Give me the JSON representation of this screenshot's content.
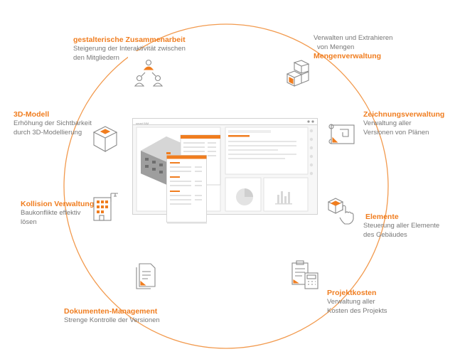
{
  "colors": {
    "accent": "#f07d1f",
    "ring": "#f29a4e",
    "text": "#777777",
    "line": "#8a8a8a"
  },
  "features": {
    "zusammenarbeit": {
      "title": "gestalterische Zusammenarbeit",
      "desc1": "Steigerung der Interaktivität zwischen",
      "desc2": "den Mitgliedern",
      "icon": "team-collaboration-icon"
    },
    "mengen": {
      "title": "Mengenverwaltung",
      "desc1": "Verwalten und Extrahieren",
      "desc2": "von Mengen",
      "icon": "stacked-boxes-icon"
    },
    "zeichnung": {
      "title": "Zeichnungsverwaltung",
      "desc1": "Verwaltung aller",
      "desc2": "Versionen von Plänen",
      "icon": "blueprint-icon"
    },
    "elemente": {
      "title": "Elemente",
      "desc1": "Steuerung aller Elemente",
      "desc2": "des Gebäudes",
      "icon": "cube-hand-icon"
    },
    "projektkosten": {
      "title": "Projektkosten",
      "desc1": "Verwaltung aller",
      "desc2": "Kosten des Projekts",
      "icon": "clipboard-calculator-icon"
    },
    "dokumente": {
      "title": "Dokumenten-Management",
      "desc1": "Strenge Kontrolle der Versionen",
      "icon": "documents-icon"
    },
    "kollision": {
      "title": "Kollision Verwaltung",
      "desc1": "Baukonflikte effektiv",
      "desc2": "lösen",
      "icon": "building-crane-icon"
    },
    "modell3d": {
      "title": "3D-Modell",
      "desc1": "Erhöhung der Sichtbarkeit",
      "desc2": "durch 3D-Modellierung",
      "icon": "3d-cube-icon"
    }
  },
  "app": {
    "logo": "smart BIM",
    "icon": "app-window-mockup"
  }
}
